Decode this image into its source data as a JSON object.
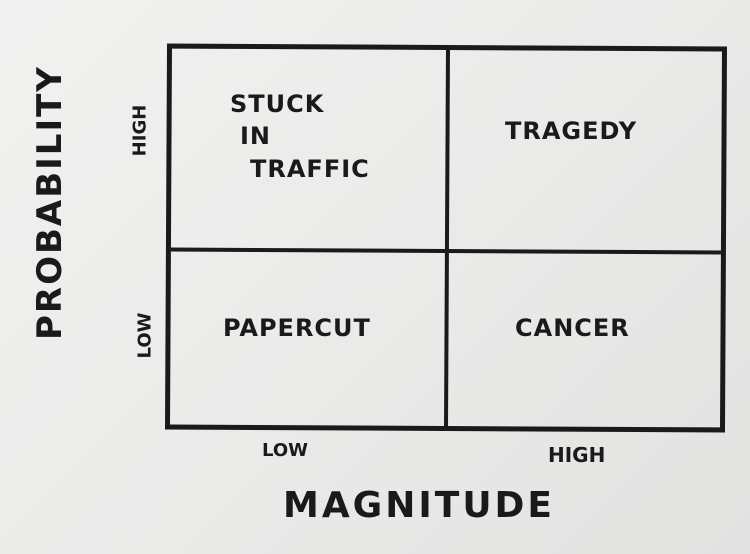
{
  "axes": {
    "y_title": "PROBABILITY",
    "y_high": "HIGH",
    "y_low": "LOW",
    "x_title": "MAGNITUDE",
    "x_low": "LOW",
    "x_high": "HIGH"
  },
  "quadrants": {
    "top_left": [
      "STUCK",
      "IN",
      "TRAFFIC"
    ],
    "top_right": "TRAGEDY",
    "bottom_left": "PAPERCUT",
    "bottom_right": "CANCER"
  }
}
